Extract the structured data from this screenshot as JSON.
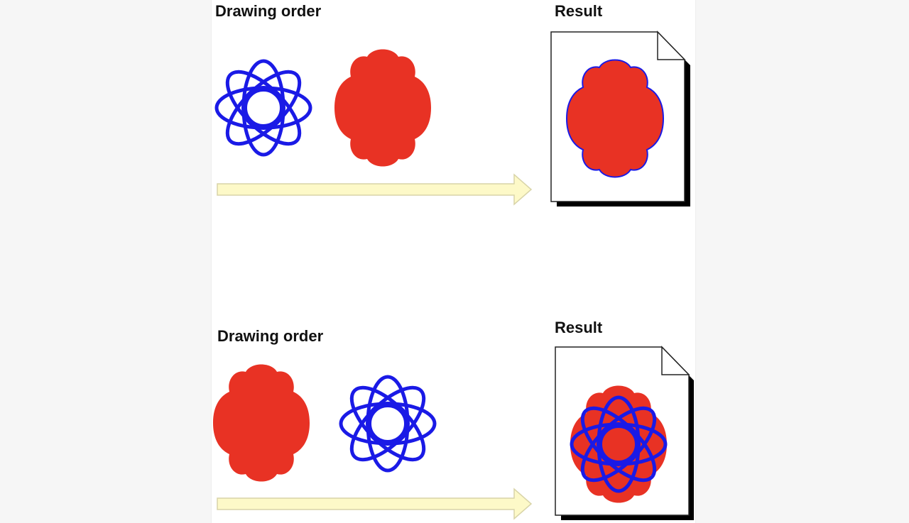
{
  "top_section": {
    "left_label": "Drawing order",
    "right_label": "Result"
  },
  "bottom_section": {
    "left_label": "Drawing order",
    "right_label": "Result"
  },
  "colors": {
    "outline_blue": "#1a1ae6",
    "fill_red": "#e83224",
    "arrow_fill": "#fdf9c8",
    "arrow_stroke": "#d8d4a8",
    "shadow": "#000000"
  },
  "icons": {
    "outline_shape": "rosette-outline-icon",
    "filled_shape": "flower-fill-icon",
    "arrow": "right-arrow-icon",
    "page": "document-page-icon"
  }
}
